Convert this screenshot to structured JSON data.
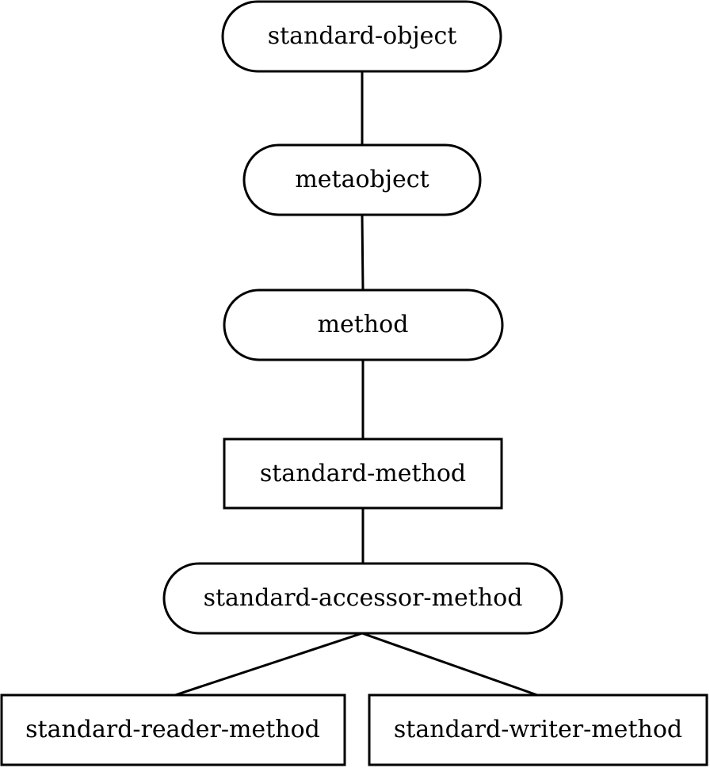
{
  "diagram": {
    "nodes": [
      {
        "id": "standard-object",
        "label": "standard-object",
        "shape": "rounded"
      },
      {
        "id": "metaobject",
        "label": "metaobject",
        "shape": "rounded"
      },
      {
        "id": "method",
        "label": "method",
        "shape": "rounded"
      },
      {
        "id": "standard-method",
        "label": "standard-method",
        "shape": "rect"
      },
      {
        "id": "standard-accessor-method",
        "label": "standard-accessor-method",
        "shape": "rounded"
      },
      {
        "id": "standard-reader-method",
        "label": "standard-reader-method",
        "shape": "rect"
      },
      {
        "id": "standard-writer-method",
        "label": "standard-writer-method",
        "shape": "rect"
      }
    ],
    "edges": [
      {
        "from": "standard-object",
        "to": "metaobject"
      },
      {
        "from": "metaobject",
        "to": "method"
      },
      {
        "from": "method",
        "to": "standard-method"
      },
      {
        "from": "standard-method",
        "to": "standard-accessor-method"
      },
      {
        "from": "standard-accessor-method",
        "to": "standard-reader-method"
      },
      {
        "from": "standard-accessor-method",
        "to": "standard-writer-method"
      }
    ]
  }
}
